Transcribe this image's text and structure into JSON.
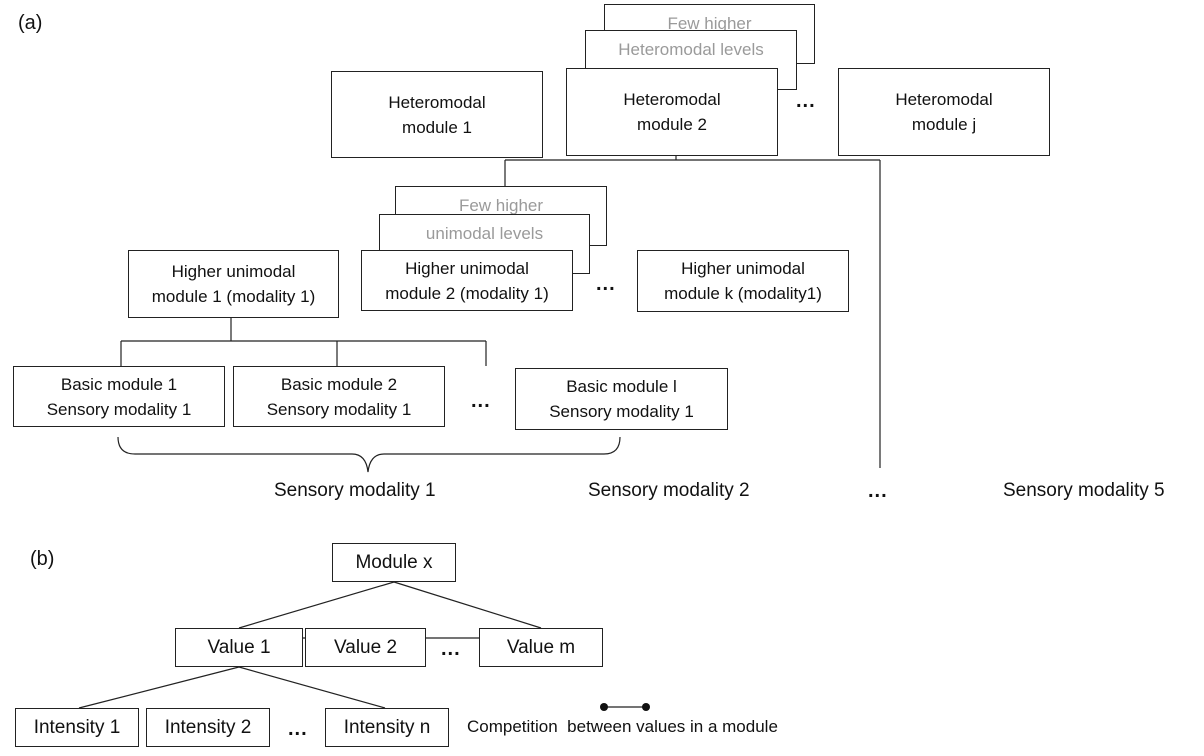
{
  "panel_a": {
    "label": "(a)",
    "heteromodal": {
      "ghost_back": "Few higher",
      "ghost_mid": "Heteromodal  levels",
      "module1": [
        "Heteromodal",
        "module 1"
      ],
      "module2": [
        "Heteromodal",
        "module 2"
      ],
      "modulej": [
        "Heteromodal",
        "module j"
      ]
    },
    "unimodal": {
      "ghost_back": "Few higher",
      "ghost_mid": "unimodal levels",
      "module1": [
        "Higher unimodal",
        "module 1 (modality 1)"
      ],
      "module2": [
        "Higher unimodal",
        "module 2 (modality 1)"
      ],
      "modulek": [
        "Higher unimodal",
        "module k (modality1)"
      ]
    },
    "basic": {
      "module1": [
        "Basic module 1",
        "Sensory modality 1"
      ],
      "module2": [
        "Basic module 2",
        "Sensory modality 1"
      ],
      "modulel": [
        "Basic module l",
        "Sensory modality 1"
      ]
    },
    "modalities": [
      "Sensory modality 1",
      "Sensory modality 2",
      "Sensory modality 5"
    ],
    "ellipsis": "..."
  },
  "panel_b": {
    "label": "(b)",
    "module": "Module x",
    "values": [
      "Value 1",
      "Value 2",
      "Value m"
    ],
    "intensities": [
      "Intensity 1",
      "Intensity 2",
      "Intensity n"
    ],
    "legend": "Competition  between values in a module",
    "ellipsis": "..."
  }
}
